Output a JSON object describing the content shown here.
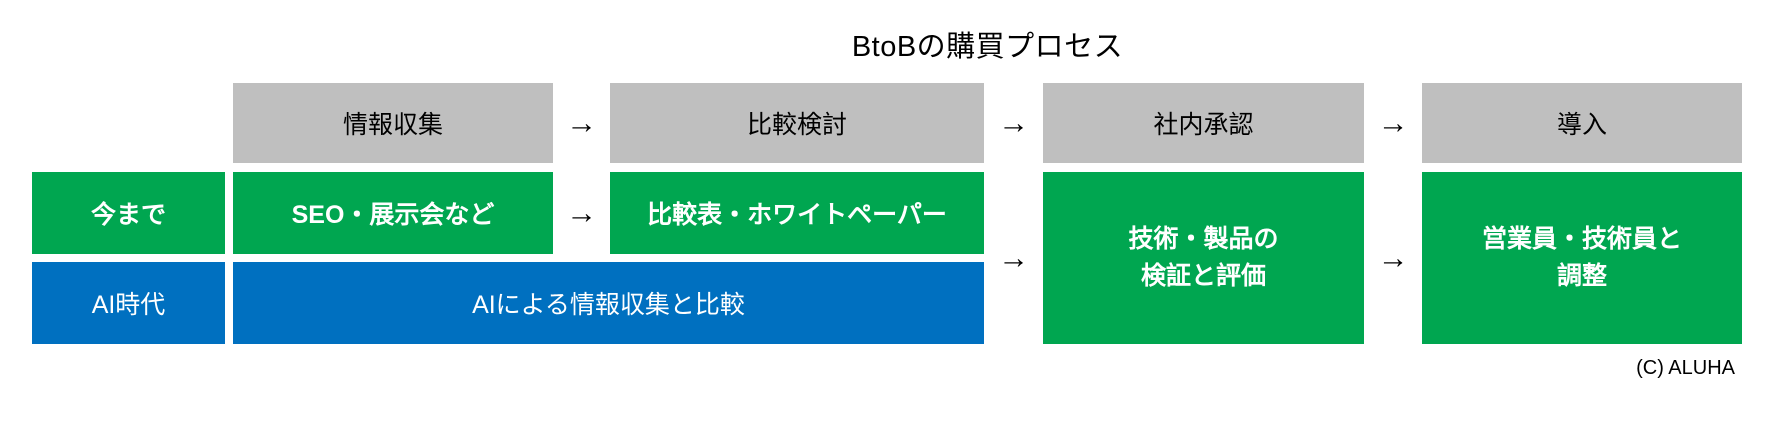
{
  "title": "BtoBの購買プロセス",
  "footer": "(C) ALUHA",
  "arrow_glyph": "→",
  "colors": {
    "stage_gray": "#BFBFBF",
    "past_green": "#00A650",
    "ai_blue": "#0070C0",
    "text_dark": "#000000",
    "text_light": "#FFFFFF"
  },
  "stages": [
    "情報収集",
    "比較検討",
    "社内承認",
    "導入"
  ],
  "past_row": {
    "label": "今まで",
    "info_gathering": "SEO・展示会など",
    "comparison": "比較表・ホワイトペーパー",
    "verification": "技術・製品の\n検証と評価",
    "adjustment": "営業員・技術員と\n調整"
  },
  "ai_row": {
    "label": "AI時代",
    "info_and_comparison": "AIによる情報収集と比較"
  }
}
